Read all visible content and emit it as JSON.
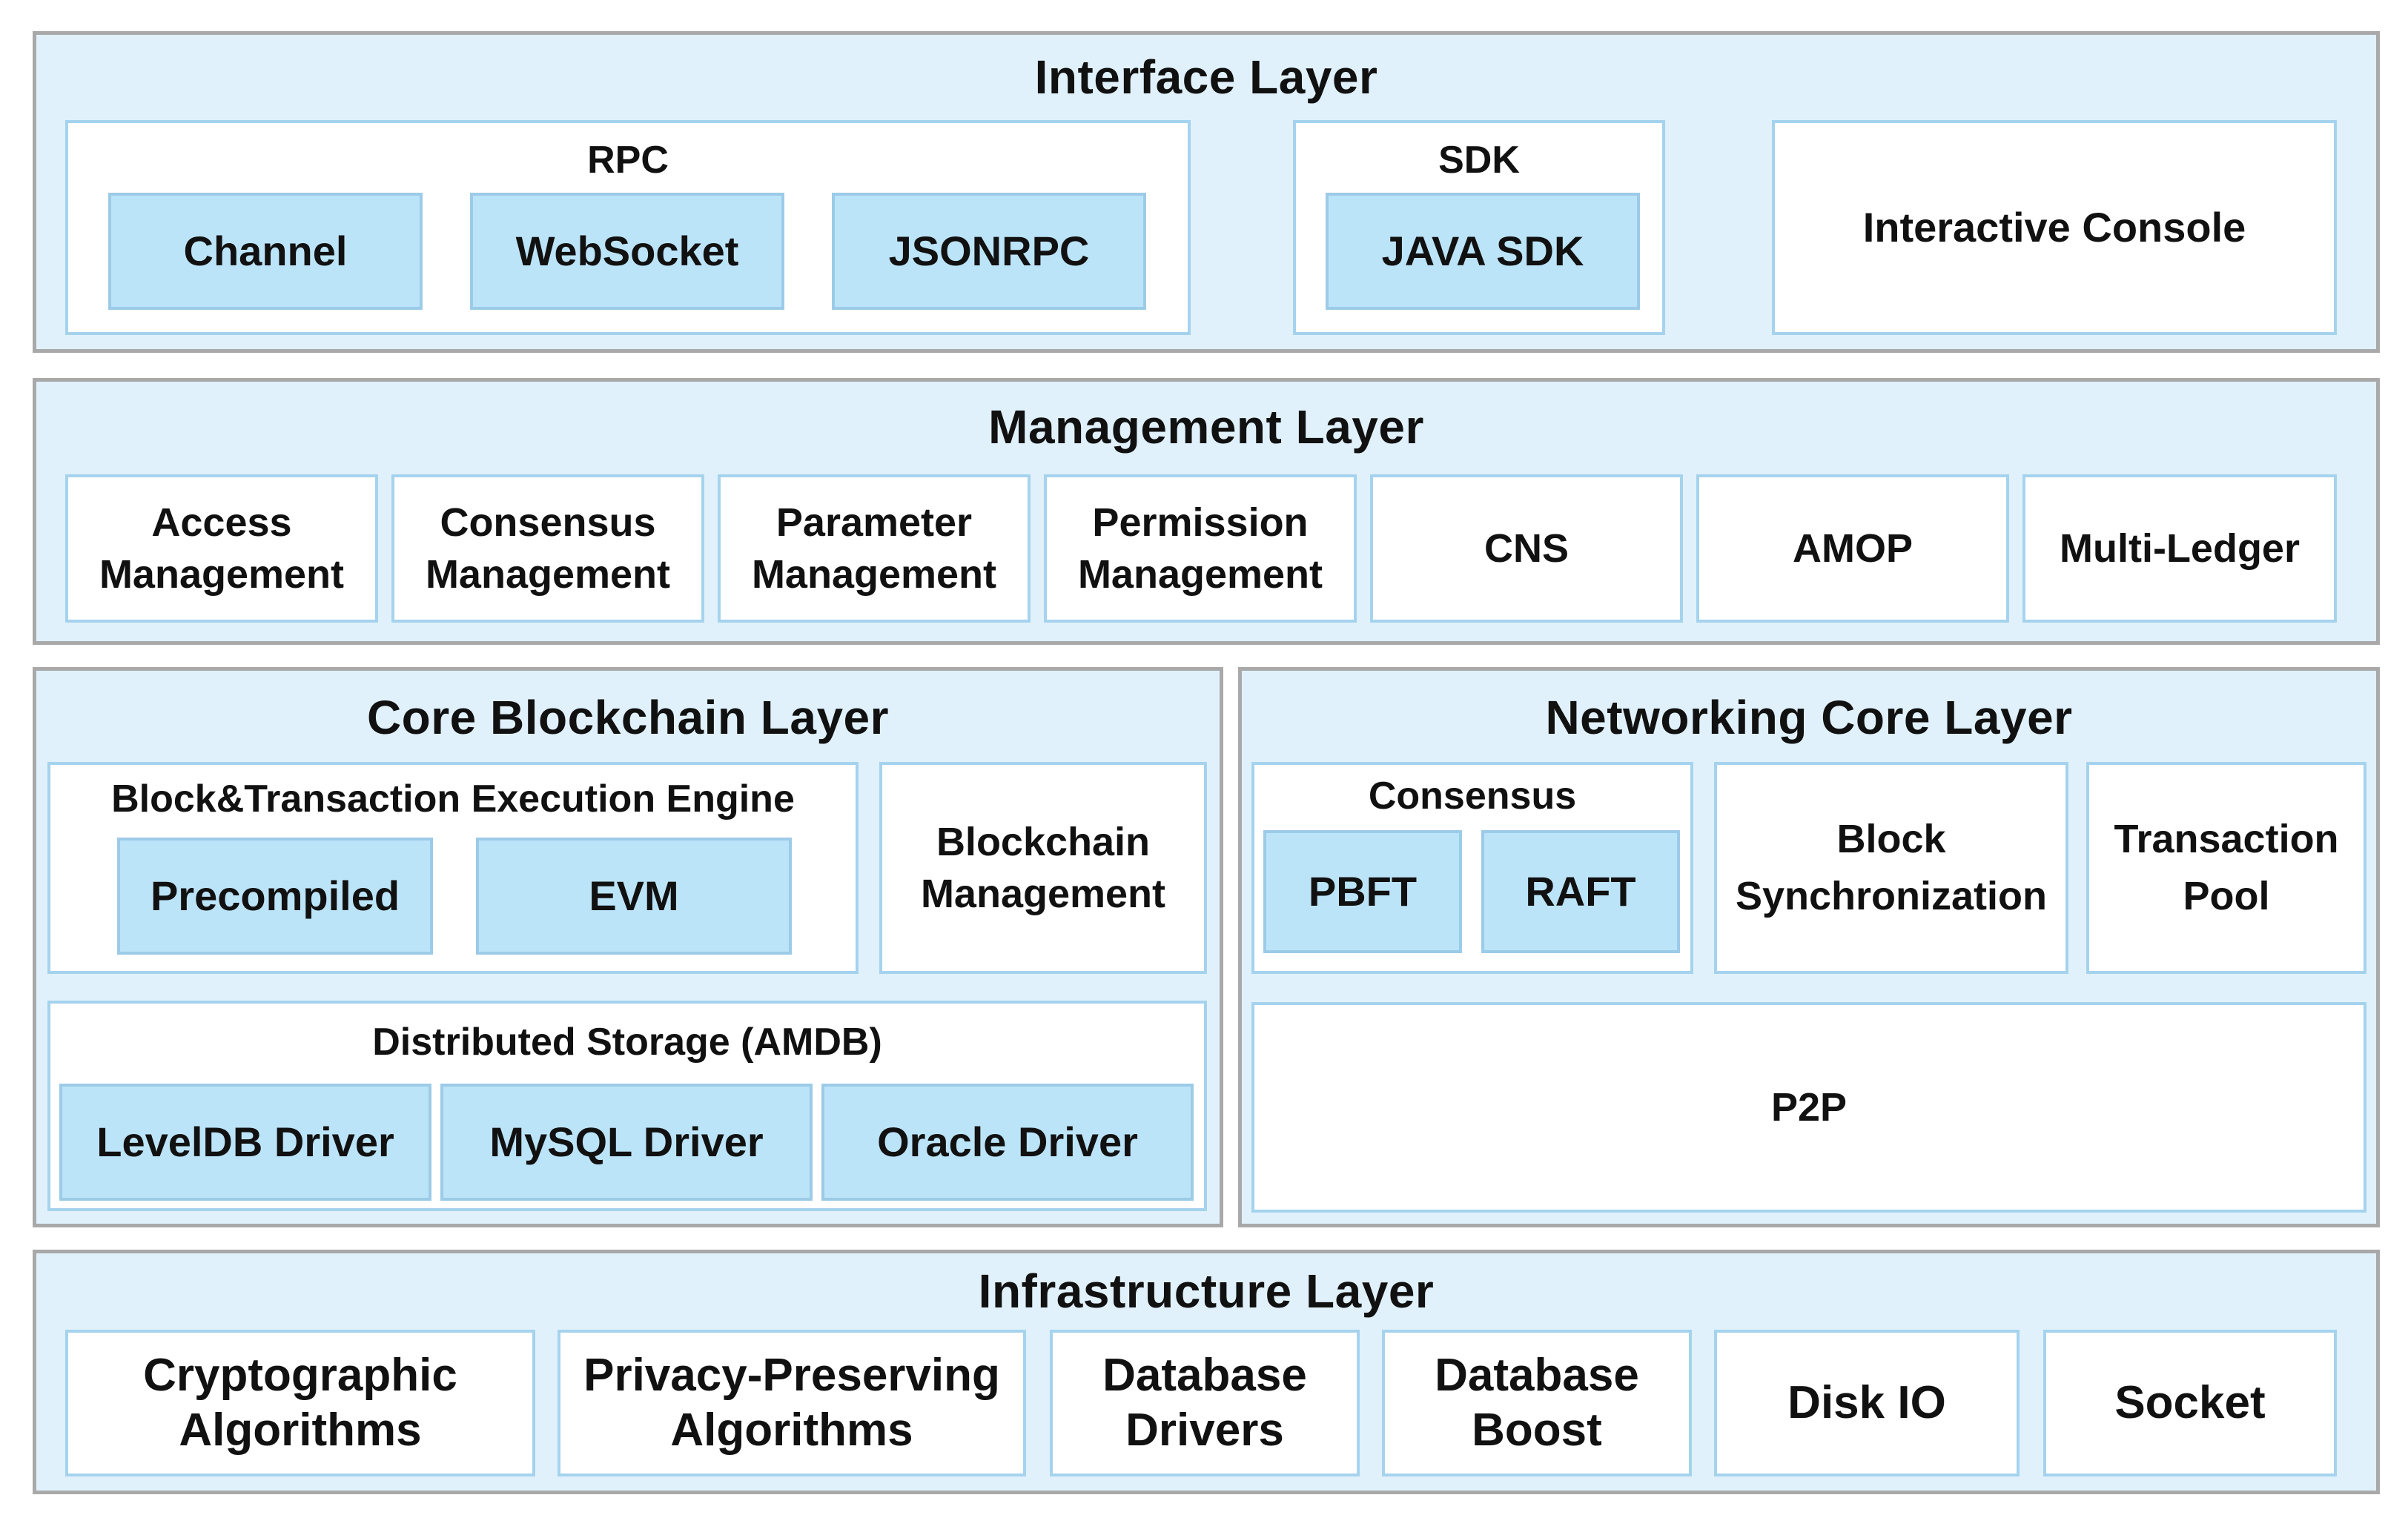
{
  "interface_layer": {
    "title": "Interface Layer",
    "rpc": {
      "title": "RPC",
      "items": [
        "Channel",
        "WebSocket",
        "JSONRPC"
      ]
    },
    "sdk": {
      "title": "SDK",
      "items": [
        "JAVA SDK"
      ]
    },
    "console": "Interactive Console"
  },
  "management_layer": {
    "title": "Management Layer",
    "items": [
      [
        "Access",
        "Management"
      ],
      [
        "Consensus",
        "Management"
      ],
      [
        "Parameter",
        "Management"
      ],
      [
        "Permission",
        "Management"
      ],
      [
        "CNS"
      ],
      [
        "AMOP"
      ],
      [
        "Multi-Ledger"
      ]
    ]
  },
  "core_blockchain_layer": {
    "title": "Core Blockchain Layer",
    "engine": {
      "title": "Block&Transaction Execution Engine",
      "items": [
        "Precompiled",
        "EVM"
      ]
    },
    "blockchain_management": [
      "Blockchain",
      "Management"
    ],
    "storage": {
      "title": "Distributed Storage (AMDB)",
      "items": [
        "LevelDB Driver",
        "MySQL Driver",
        "Oracle Driver"
      ]
    }
  },
  "networking_core_layer": {
    "title": "Networking Core Layer",
    "consensus": {
      "title": "Consensus",
      "items": [
        "PBFT",
        "RAFT"
      ]
    },
    "block_sync": [
      "Block",
      "Synchronization"
    ],
    "tx_pool": [
      "Transaction",
      "Pool"
    ],
    "p2p": "P2P"
  },
  "infrastructure_layer": {
    "title": "Infrastructure Layer",
    "items": [
      [
        "Cryptographic",
        "Algorithms"
      ],
      [
        "Privacy-Preserving",
        "Algorithms"
      ],
      [
        "Database",
        "Drivers"
      ],
      [
        "Database",
        "Boost"
      ],
      [
        "Disk IO"
      ],
      [
        "Socket"
      ]
    ]
  },
  "colors": {
    "layer_bg": "#e0f1fb",
    "layer_border": "#a9a9a9",
    "item_bg": "#bce4f8",
    "group_bg": "#ffffff",
    "group_border": "#a5d3ee"
  }
}
